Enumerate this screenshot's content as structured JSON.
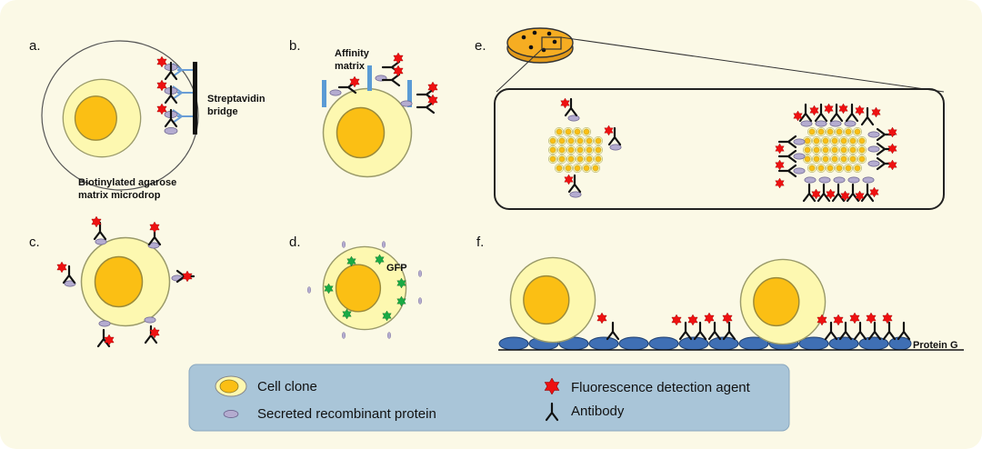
{
  "panels": {
    "a": {
      "label": "a.",
      "bridge_label_1": "Streptavidin",
      "bridge_label_2": "bridge",
      "drop_label_1": "Biotinylated agarose",
      "drop_label_2": "matrix microdrop"
    },
    "b": {
      "label": "b.",
      "matrix_label_1": "Affinity",
      "matrix_label_2": "matrix"
    },
    "c": {
      "label": "c."
    },
    "d": {
      "label": "d.",
      "gfp_label": "GFP"
    },
    "e": {
      "label": "e."
    },
    "f": {
      "label": "f.",
      "protein_g_label": "Protein G"
    }
  },
  "legend": {
    "cell_clone": "Cell clone",
    "secreted_protein": "Secreted recombinant protein",
    "fluorescence_agent": "Fluorescence detection agent",
    "antibody": "Antibody"
  },
  "colors": {
    "background": "#fbf9e6",
    "cell_outer": "#fdf8b0",
    "nucleus": "#fbbf14",
    "protein": "#b4acd0",
    "star": "#ee1111",
    "matrix_bar": "#5b9bd5",
    "link": "#6a9ed6",
    "gfp": "#1aaa44",
    "protein_g": "#3f6fb4",
    "legend_box": "#a9c5d8"
  }
}
